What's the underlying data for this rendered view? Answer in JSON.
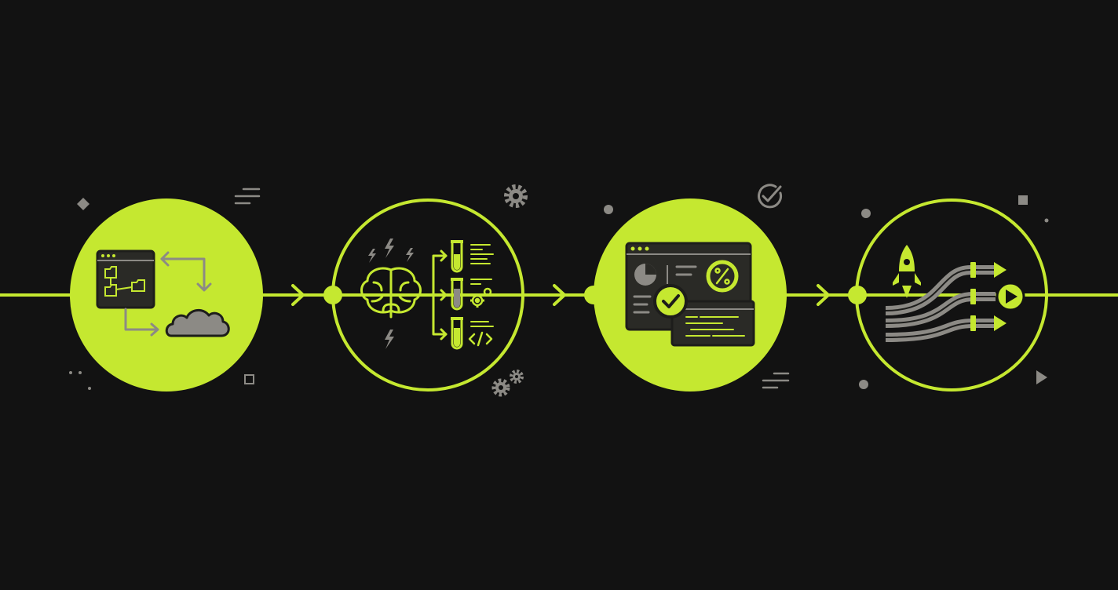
{
  "colors": {
    "background": "#121212",
    "accent": "#c5e830",
    "icon_gray": "#8c8a85",
    "icon_dark": "#2a2a26",
    "stroke_dark": "#1d1d1b"
  },
  "stages": [
    {
      "icon": "folder-tree-to-cloud-icon",
      "style": "filled"
    },
    {
      "icon": "brain-test-tubes-icon",
      "style": "outline"
    },
    {
      "icon": "dashboard-check-icon",
      "style": "filled"
    },
    {
      "icon": "rocket-pipeline-icon",
      "style": "outline"
    }
  ],
  "decorations": [
    "diamond-icon",
    "lines-icon",
    "dots-icon",
    "square-outline-icon",
    "gear-icon",
    "gears-icon",
    "dot-icon",
    "check-circle-icon",
    "lines-icon",
    "square-icon",
    "triangle-play-icon"
  ]
}
